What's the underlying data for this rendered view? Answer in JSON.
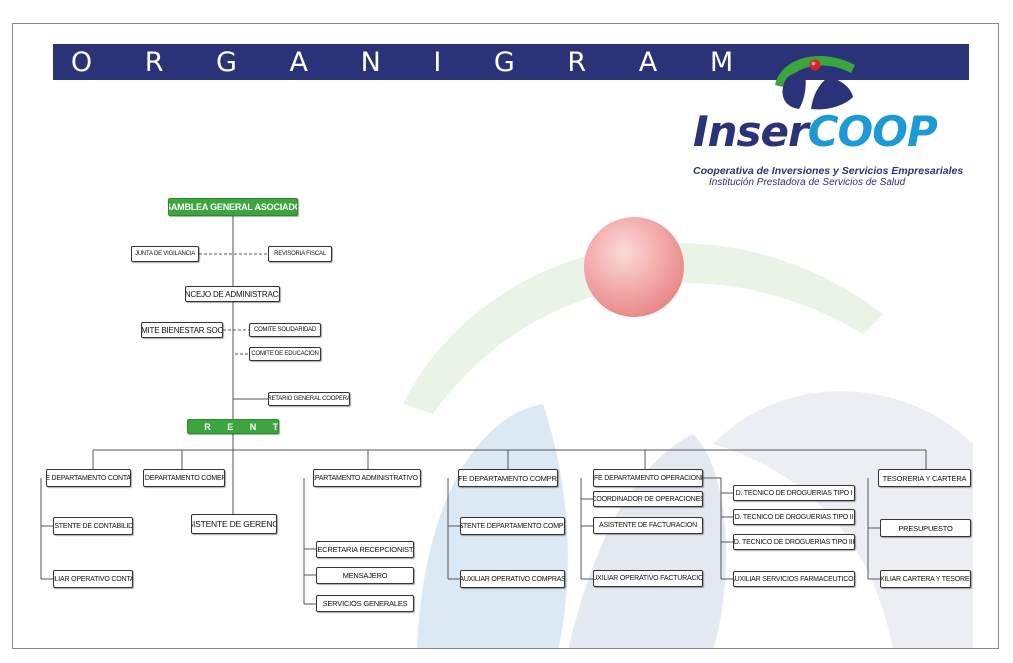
{
  "title": "O R G A N I G R A M A",
  "logo": {
    "name_part1": "Inser",
    "name_part2": "COOP",
    "subtitle": "Cooperativa de Inversiones y Servicios Empresariales",
    "tagline": "Institución Prestadora de Servicios de Salud"
  },
  "org": {
    "asamblea": "ASAMBLEA GENERAL ASOCIADOS",
    "junta": "JUNTA DE VIGILANCIA",
    "revisoria": "REVISORIA FISCAL",
    "concejo": "CONCEJO DE ADMINISTRACION",
    "comite_bienestar": "COMITE BIENESTAR SOCIAL",
    "comite_solidaridad": "COMITE SOLIDARIDAD",
    "comite_educacion": "COMITE DE EDUCACION",
    "secretario": "SECRETARIO GENERAL COOPERATIVA",
    "gerente": "G E R E N T E",
    "asistente_gerencia": "ASISTENTE DE GERENCIA",
    "contable": {
      "head": "JEFE DEPARTAMENTO CONTABLE",
      "items": [
        "ASISTENTE DE CONTABILIDAD",
        "AUXILIAR OPERATIVO CONTABLE"
      ]
    },
    "comercial": {
      "head": "JEFE DEPARTAMENTO COMERCIAL"
    },
    "administrativo": {
      "head": "JEFE DEPARTAMENTO ADMINISTRATIVO Y RR.HH",
      "items": [
        "SECRETARIA RECEPCIONISTA",
        "MENSAJERO",
        "SERVICIOS GENERALES"
      ]
    },
    "compras": {
      "head": "JEFE DEPARTAMENTO COMPRAS",
      "items": [
        "ASISTENTE DEPARTAMENTO COMPRAS",
        "AUXILIAR OPERATIVO COMPRAS"
      ]
    },
    "operaciones": {
      "head": "JEFE DEPARTAMENTO OPERACIONES",
      "items": [
        "COORDINADOR DE OPERACIONES",
        "ASISTENTE DE FACTURACION",
        "AUXILIAR OPERATIVO FACTURACION"
      ],
      "tecnicos": [
        "D. TECNICO DE DROGUERIAS TIPO I",
        "D. TECNICO DE DROGUERIAS TIPO II",
        "D. TECNICO DE DROGUERIAS TIPO III",
        "AUXILIAR SERVICIOS FARMACEUTICOS"
      ]
    },
    "tesoreria": {
      "head": "TESORERIA Y CARTERA",
      "items": [
        "PRESUPUESTO",
        "AUXILIAR CARTERA Y TESORERIA"
      ]
    }
  },
  "colors": {
    "navy": "#2a3278",
    "green": "#3da53d",
    "logo_blue": "#1d9ad6",
    "red_dot": "#d8232a"
  }
}
